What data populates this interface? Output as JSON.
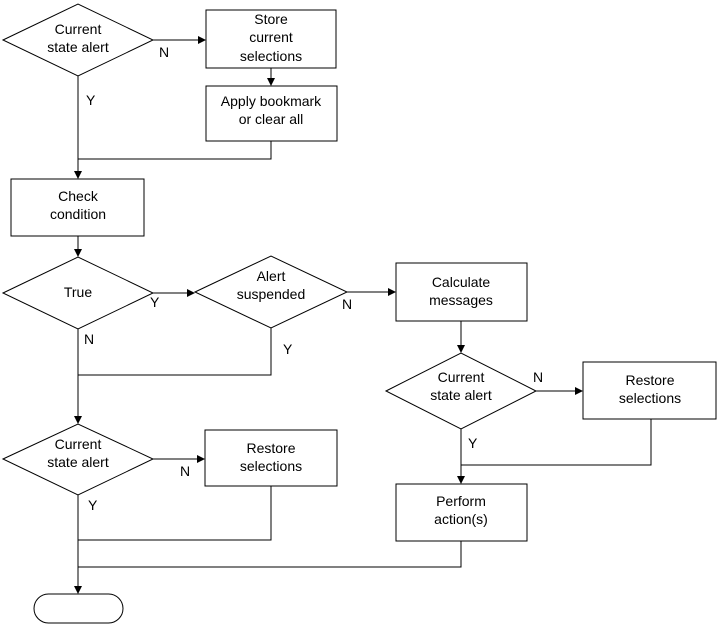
{
  "nodes": {
    "alert_top": [
      "Current",
      "state alert"
    ],
    "store_selections": [
      "Store",
      "current",
      "selections"
    ],
    "apply_bookmark": [
      "Apply bookmark",
      "or clear all"
    ],
    "check_condition": [
      "Check",
      "condition"
    ],
    "true_decision": [
      "True"
    ],
    "alert_suspended": [
      "Alert",
      "suspended"
    ],
    "calculate_messages": [
      "Calculate",
      "messages"
    ],
    "alert_left_bottom": [
      "Current",
      "state alert"
    ],
    "restore_left": [
      "Restore",
      "selections"
    ],
    "alert_right": [
      "Current",
      "state alert"
    ],
    "restore_right": [
      "Restore",
      "selections"
    ],
    "perform_actions": [
      "Perform",
      "action(s)"
    ],
    "end": []
  },
  "edge_labels": {
    "alert_top_no": "N",
    "alert_top_yes": "Y",
    "true_yes": "Y",
    "true_no": "N",
    "suspended_no": "N",
    "suspended_yes": "Y",
    "alert_left_no": "N",
    "alert_left_yes": "Y",
    "alert_right_no": "N",
    "alert_right_yes": "Y"
  }
}
